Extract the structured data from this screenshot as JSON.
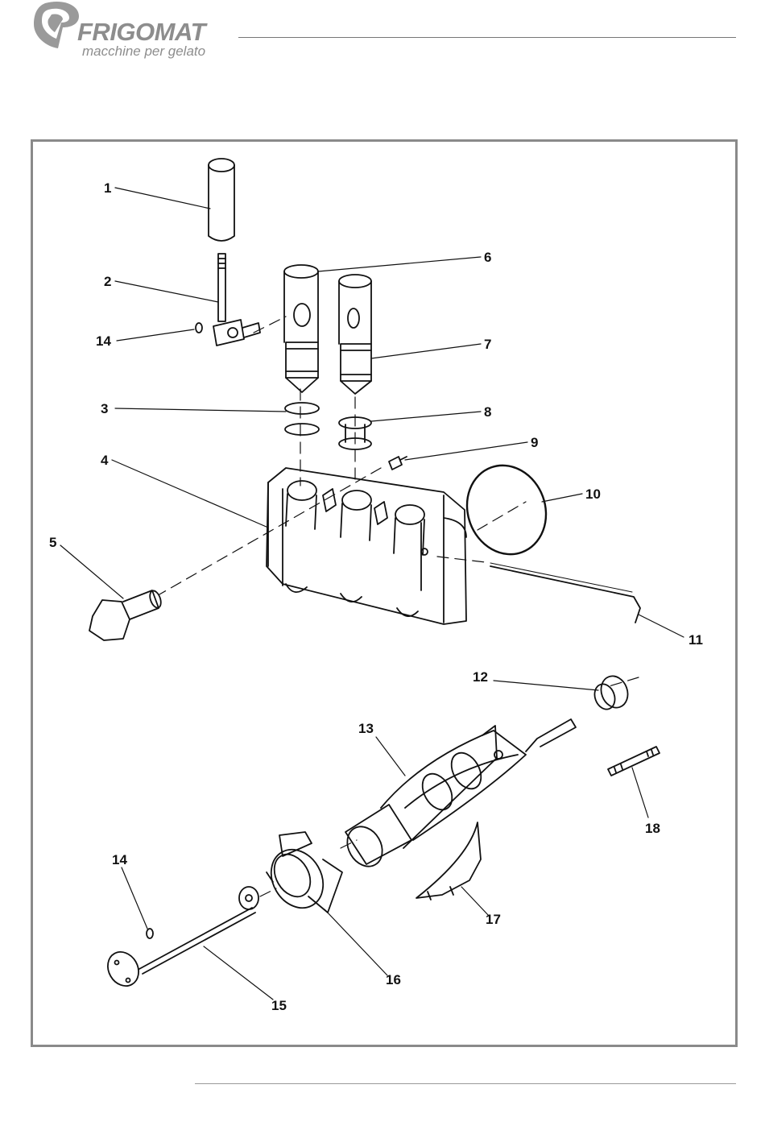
{
  "header": {
    "brand_name": "FRIGOMAT",
    "brand_tagline": "macchine per gelato",
    "brand_color": "#8d8d8d"
  },
  "diagram": {
    "frame_color": "#8a8a8a",
    "callouts": [
      "1",
      "2",
      "14",
      "3",
      "4",
      "5",
      "6",
      "7",
      "8",
      "9",
      "10",
      "11",
      "12",
      "13",
      "18",
      "14",
      "15",
      "16",
      "17"
    ]
  }
}
